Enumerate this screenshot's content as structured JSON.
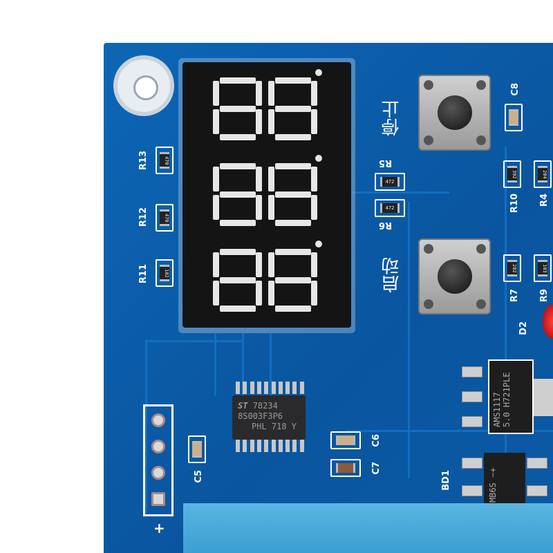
{
  "board": {
    "color": "#0b5da8"
  },
  "display": {
    "rows": 3,
    "digits_per_row": 2,
    "segment_color": "#e6e6e6"
  },
  "buttons": {
    "stop_label": "停止",
    "start_label": "启动"
  },
  "labels": {
    "r13": "R13",
    "r12": "R12",
    "r11": "R11",
    "r5": "R5",
    "r6": "R6",
    "r10": "R10",
    "r4": "R4",
    "r7": "R7",
    "r9": "R9",
    "d2": "D2",
    "c8": "C8",
    "c5": "C5",
    "c6": "C6",
    "c7": "C7",
    "bd1": "BD1",
    "plus": "+"
  },
  "resistor_codes": {
    "r13": "470",
    "r12": "470",
    "r11": "102",
    "r5": "472",
    "r6": "472",
    "r10": "392",
    "r4": "204",
    "r7": "202",
    "r9": "103"
  },
  "mcu": {
    "logo": "ST",
    "line1": "78234",
    "line2": "8S003F3P6",
    "line3": "PHL 718 Y"
  },
  "regulator": {
    "line1": "AMS1117",
    "line2": "5.0 H721PLE"
  },
  "bridge": {
    "text": "MB6S",
    "minus": "−",
    "plus": "+"
  }
}
